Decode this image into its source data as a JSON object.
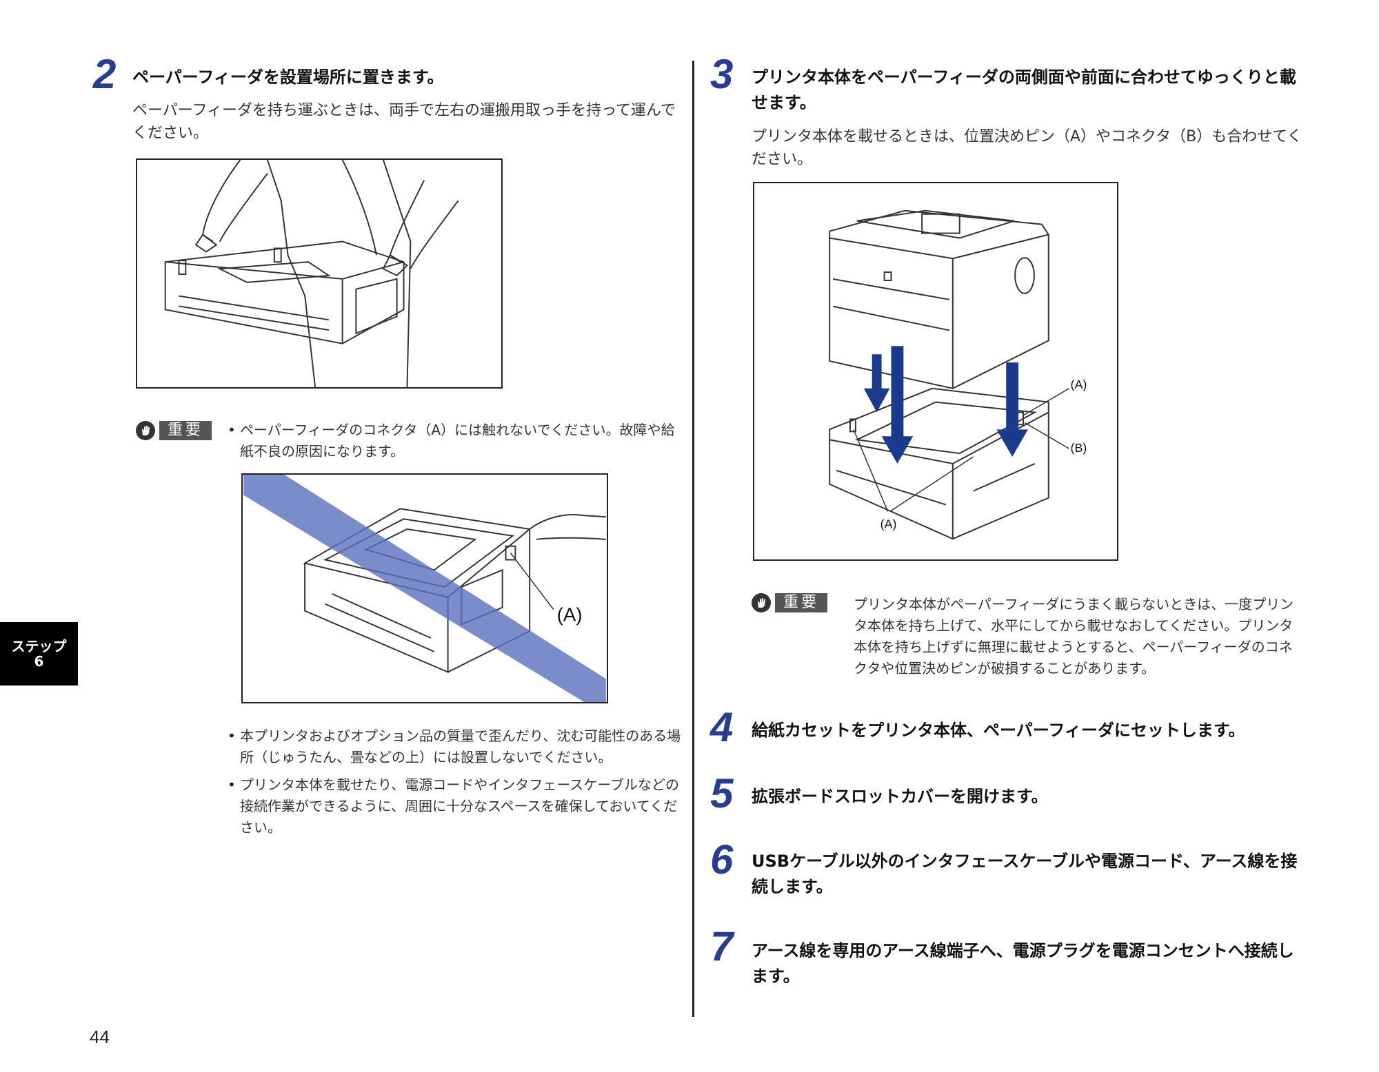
{
  "steps": {
    "s2": {
      "number": "2",
      "title": "ペーパーフィーダを設置場所に置きます。",
      "body": "ペーパーフィーダを持ち運ぶときは、両手で左右の運搬用取っ手を持って運んでください。"
    },
    "s3": {
      "number": "3",
      "title": "プリンタ本体をペーパーフィーダの両側面や前面に合わせてゆっくりと載せます。",
      "body": "プリンタ本体を載せるときは、位置決めピン（A）やコネクタ（B）も合わせてください。"
    },
    "s4": {
      "number": "4",
      "title": "給紙カセットをプリンタ本体、ペーパーフィーダにセットします。"
    },
    "s5": {
      "number": "5",
      "title": "拡張ボードスロットカバーを開けます。"
    },
    "s6": {
      "number": "6",
      "title": "USBケーブル以外のインタフェースケーブルや電源コード、アース線を接続します。"
    },
    "s7": {
      "number": "7",
      "title": "アース線を専用のアース線端子へ、電源プラグを電源コンセントへ接続します。"
    }
  },
  "important_label": "重要",
  "left_notes": {
    "note1": "ペーパーフィーダのコネクタ（A）には触れないでください。故障や給紙不良の原因になります。",
    "note2": "本プリンタおよびオプション品の質量で歪んだり、沈む可能性のある場所（じゅうたん、畳などの上）には設置しないでください。",
    "note3": "プリンタ本体を載せたり、電源コードやインタフェースケーブルなどの接続作業ができるように、周囲に十分なスペースを確保しておいてください。"
  },
  "right_note": "プリンタ本体がペーパーフィーダにうまく載らないときは、一度プリンタ本体を持ち上げて、水平にしてから載せなおしてください。プリンタ本体を持ち上げずに無理に載せようとすると、ペーパーフィーダのコネクタや位置決めピンが破損することがあります。",
  "figure_labels": {
    "connector_a": "(A)",
    "pin_a": "(A)",
    "connector_b": "(B)"
  },
  "side_tab": {
    "line1": "ステップ",
    "line2": "6"
  },
  "page_number": "44",
  "colors": {
    "step_number": "#2a3c8e",
    "arrow": "#1c3a8c",
    "prohibit_band": "#5a6fbd"
  }
}
